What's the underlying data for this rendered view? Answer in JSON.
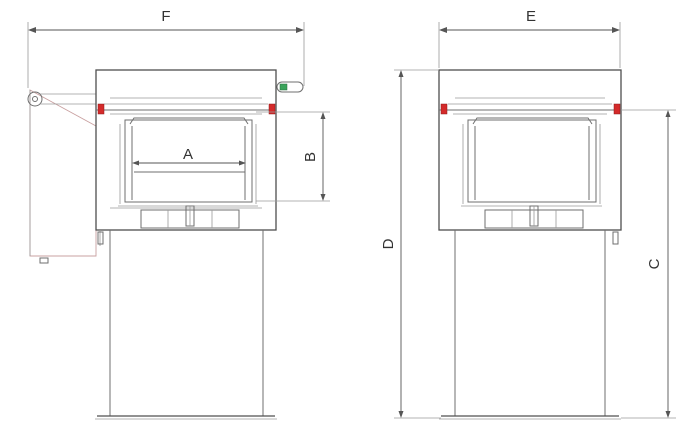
{
  "labels": {
    "width_F": "F",
    "width_E": "E",
    "basket_A": "A",
    "height_B": "B",
    "height_D": "D",
    "height_C": "C"
  }
}
